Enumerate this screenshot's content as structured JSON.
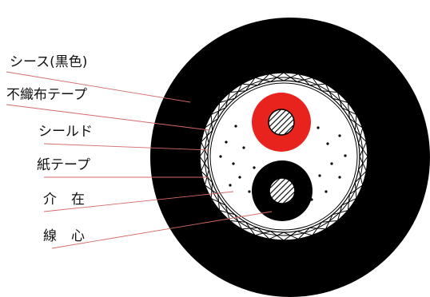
{
  "labels": {
    "sheath": "シース(黒色)",
    "nonwoven_tape": "不織布テープ",
    "shield": "シールド",
    "paper_tape": "紙テープ",
    "filler": "介在",
    "core": "線心"
  },
  "colors": {
    "sheath": "#000000",
    "core_red": "#e8231e",
    "core_black": "#000000",
    "leader_line": "#d46a6a",
    "underline": "#cc4444"
  }
}
